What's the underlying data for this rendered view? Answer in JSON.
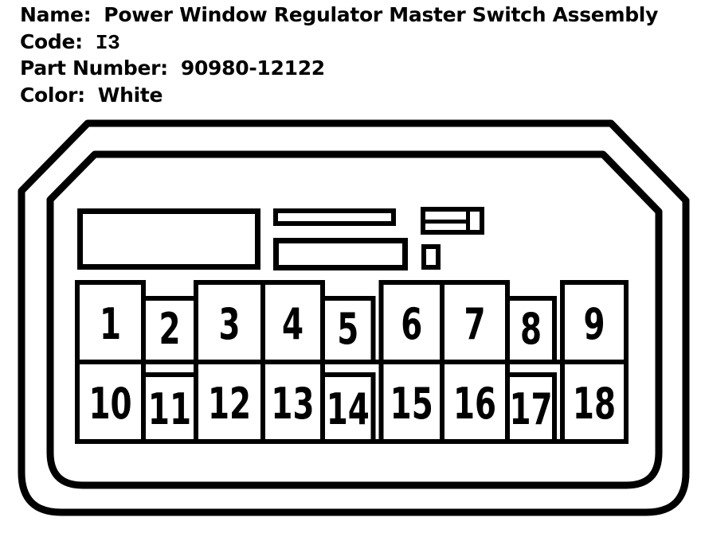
{
  "header": {
    "fields": [
      {
        "label": "Name:",
        "value": "Power Window Regulator Master Switch Assembly"
      },
      {
        "label": "Code:",
        "value": "I3"
      },
      {
        "label": "Part Number:",
        "value": "90980-12122"
      },
      {
        "label": "Color:",
        "value": "White"
      }
    ]
  },
  "connector": {
    "description": "18-pin connector front view, two rows",
    "line_color": "#000000",
    "background_color": "#ffffff",
    "pins": [
      "1",
      "2",
      "3",
      "4",
      "5",
      "6",
      "7",
      "8",
      "9",
      "10",
      "11",
      "12",
      "13",
      "14",
      "15",
      "16",
      "17",
      "18"
    ]
  }
}
